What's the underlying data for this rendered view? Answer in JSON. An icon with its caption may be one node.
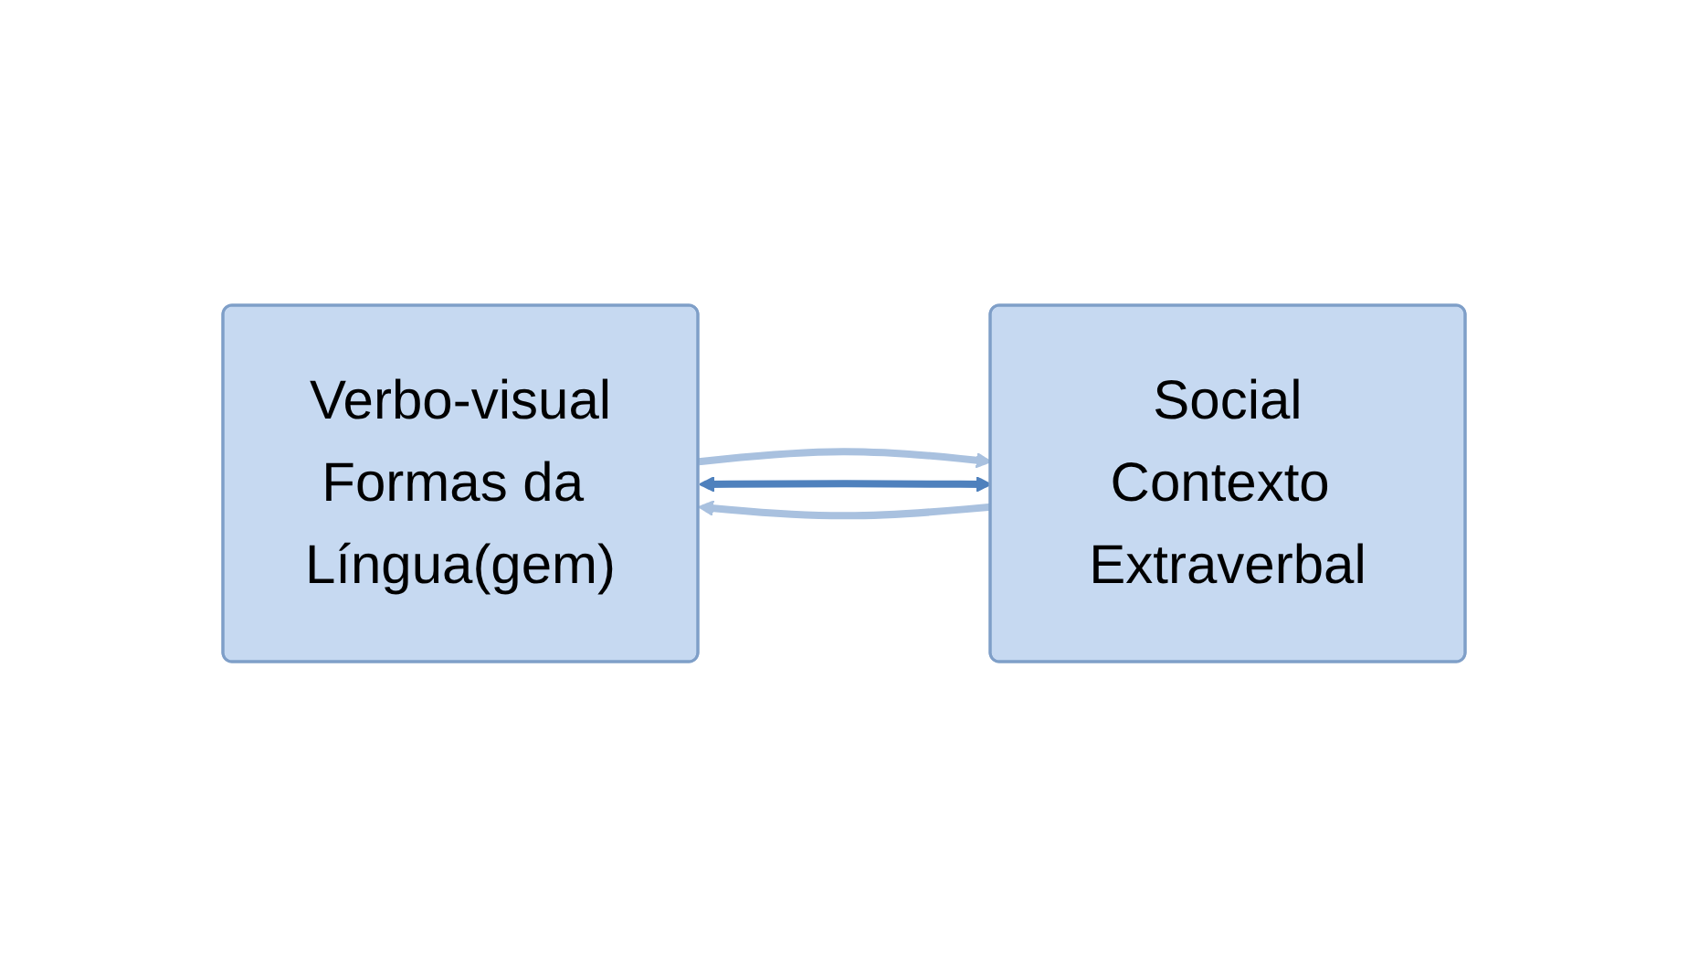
{
  "diagram": {
    "nodes": [
      {
        "text": [
          "Verbo-visual",
          "Formas da Língua(gem)"
        ]
      },
      {
        "text": [
          "Social",
          "Contexto Extraverbal"
        ]
      }
    ],
    "edges": [
      {
        "from": 0,
        "to": 1,
        "arrow": "to"
      },
      {
        "from": 0,
        "to": 1,
        "arrow": "both",
        "color": "#4f81bd"
      },
      {
        "from": 1,
        "to": 0,
        "arrow": "to"
      }
    ]
  }
}
